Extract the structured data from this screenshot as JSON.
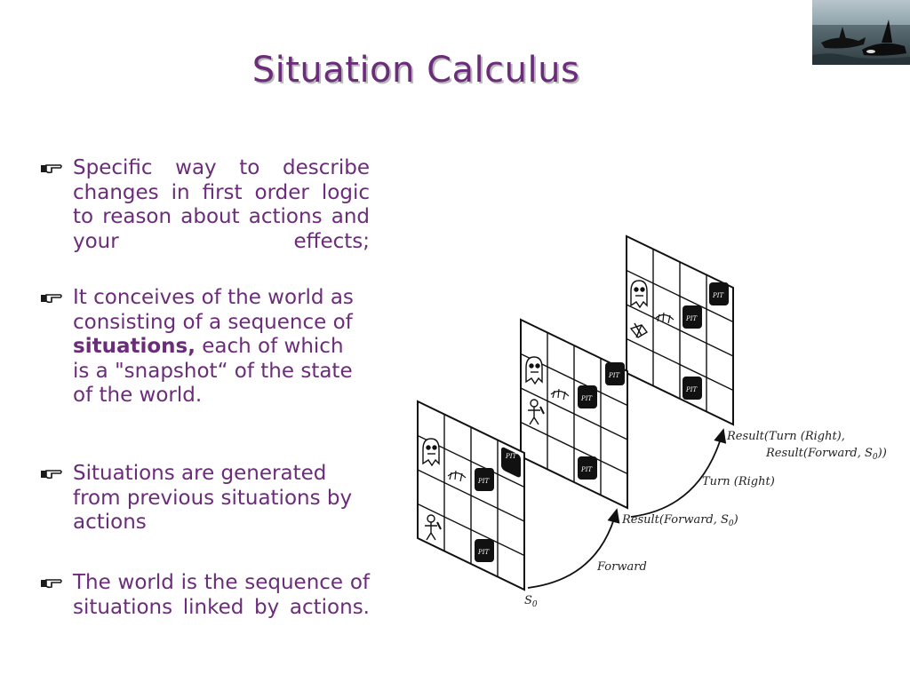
{
  "slide": {
    "title": "Situation Calculus",
    "title_color": "#6b2c7a"
  },
  "corner_image": {
    "icon": "orca-whales-photo"
  },
  "bullets": [
    {
      "text": "Specific way to describe changes in first order logic to reason about actions and your effects;",
      "icon": "pointing-hand-icon"
    },
    {
      "pre": "It conceives of the world as consisting of a sequence of ",
      "bold": "situations,",
      "post": " each of which is a \"snapshot“ of the state of the world.",
      "icon": "pointing-hand-icon"
    },
    {
      "text": "Situations are generated from previous situations by actions",
      "icon": "pointing-hand-icon"
    },
    {
      "text": "The world is the sequence of situations linked by actions.",
      "icon": "pointing-hand-icon"
    }
  ],
  "figure": {
    "pit_label": "PIT",
    "labels": {
      "s0": "S",
      "s0_sub": "0",
      "forward": "Forward",
      "result_forward": "Result(Forward, S",
      "result_forward_sub": "0",
      "result_forward_end": ")",
      "turn_right": "Turn (Right)",
      "result_turn_line1": "Result(Turn (Right),",
      "result_turn_line2": "Result(Forward, S",
      "result_turn_line2_sub": "0",
      "result_turn_line2_end": "))"
    },
    "icons": [
      "wumpus-icon",
      "stench-icon",
      "agent-icon",
      "pit-icon"
    ]
  }
}
